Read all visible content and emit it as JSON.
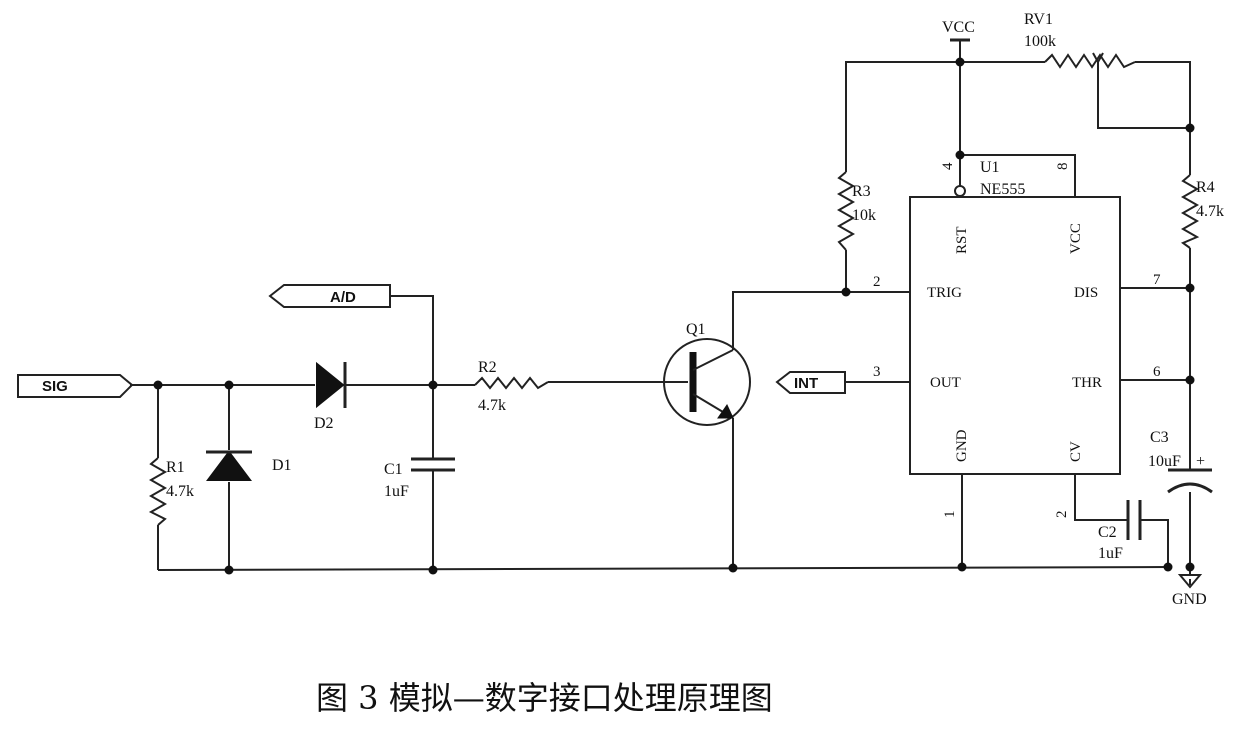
{
  "ports": {
    "sig": "SIG",
    "ad": "A/D",
    "int": "INT"
  },
  "power": {
    "vcc": "VCC",
    "gnd": "GND"
  },
  "components": {
    "r1": {
      "ref": "R1",
      "value": "4.7k"
    },
    "r2": {
      "ref": "R2",
      "value": "4.7k"
    },
    "r3": {
      "ref": "R3",
      "value": "10k"
    },
    "r4": {
      "ref": "R4",
      "value": "4.7k"
    },
    "rv1": {
      "ref": "RV1",
      "value": "100k"
    },
    "d1": {
      "ref": "D1"
    },
    "d2": {
      "ref": "D2"
    },
    "c1": {
      "ref": "C1",
      "value": "1uF"
    },
    "c2": {
      "ref": "C2",
      "value": "1uF"
    },
    "c3": {
      "ref": "C3",
      "value": "10uF",
      "polarity": "+"
    },
    "q1": {
      "ref": "Q1"
    },
    "u1": {
      "ref": "U1",
      "part": "NE555",
      "pins": {
        "rst": "RST",
        "vcc": "VCC",
        "trig": "TRIG",
        "dis": "DIS",
        "out": "OUT",
        "thr": "THR",
        "gnd": "GND",
        "cv": "CV"
      },
      "pin_numbers": {
        "rst": "4",
        "vcc": "8",
        "trig": "2",
        "dis": "7",
        "out": "3",
        "thr": "6",
        "gnd": "1",
        "cv": "2"
      }
    }
  },
  "caption": "图 3  模拟—数字接口处理原理图"
}
